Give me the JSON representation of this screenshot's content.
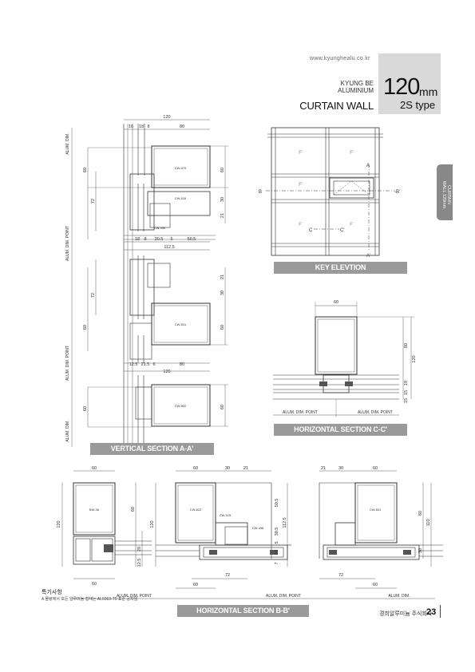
{
  "header": {
    "url": "www.kyunghealu.co.kr",
    "brand_line1": "KYUNG BE",
    "brand_line2": "ALUMINIUM",
    "product": "CURTAIN WALL",
    "size_number": "120",
    "size_unit": "mm",
    "type": "2S type",
    "side_tab": "CURTAIN WALL 120mm"
  },
  "labels": {
    "key_elevation": "KEY ELEVTION",
    "vertical_section": "VERTICAL SECTION A-A'",
    "horizontal_cc": "HORIZONTAL SECTION C-C'",
    "horizontal_bb": "HORIZONTAL SECTION B-B'"
  },
  "vertical": {
    "alum_dim": "ALUM. DIM.",
    "alum_dim_point": "ALUM. DIM. POINT",
    "top_dims": [
      "120",
      "16",
      "18",
      "8",
      "80"
    ],
    "mid_dims": [
      "18",
      "8",
      "30.5",
      "5",
      "50.5"
    ],
    "mid_total": "112.5",
    "lower_dims": [
      "12.5",
      "21.5",
      "6",
      "80"
    ],
    "lower_total": "120",
    "left_dims": [
      "60",
      "72",
      "72",
      "60",
      "60"
    ],
    "right_dims": [
      "60",
      "30",
      "21",
      "21",
      "30",
      "60",
      "60"
    ],
    "profiles": [
      "CW-879",
      "CW-515",
      "CW-496",
      "CW-831",
      "CW-822"
    ]
  },
  "key_elevation": {
    "panel": "F",
    "marks": [
      "A",
      "A'",
      "B",
      "-B'",
      "C",
      "C'"
    ]
  },
  "horizontal_cc": {
    "top": "60",
    "right": [
      "80",
      "120",
      "18",
      "15",
      "15"
    ],
    "points": [
      "ALUM. DIM. POINT",
      "ALUM. DIM. POINT"
    ]
  },
  "horizontal_bb": {
    "left_top": "60",
    "left_side": [
      "120",
      "60",
      "28",
      "12.5"
    ],
    "left_bottom": "60",
    "left_profile": "BW-36",
    "mid_top": [
      "60",
      "30",
      "21"
    ],
    "mid_right": [
      "50.5",
      "112.5",
      "30.5",
      "5",
      "18",
      "7"
    ],
    "mid_left": "120",
    "mid_bottom": [
      "72",
      "60"
    ],
    "mid_profiles": [
      "CW-822",
      "CW-515",
      "CW-496"
    ],
    "right_top": [
      "21",
      "30",
      "60"
    ],
    "right_side": [
      "60",
      "110",
      "30"
    ],
    "right_bottom": [
      "72",
      "60"
    ],
    "right_profile": "CW-831",
    "points": [
      "ALUM. DIM. POINT",
      "ALUM. DIM. POINT",
      "ALUM. DIM."
    ]
  },
  "footer": {
    "note_title": "특기사항",
    "note_text": "A 물량에서 모든 알루미늄 형재는 AL6063-T5 표준 공차임",
    "brand": "경희알루미늄 주식회사",
    "page": "23"
  }
}
